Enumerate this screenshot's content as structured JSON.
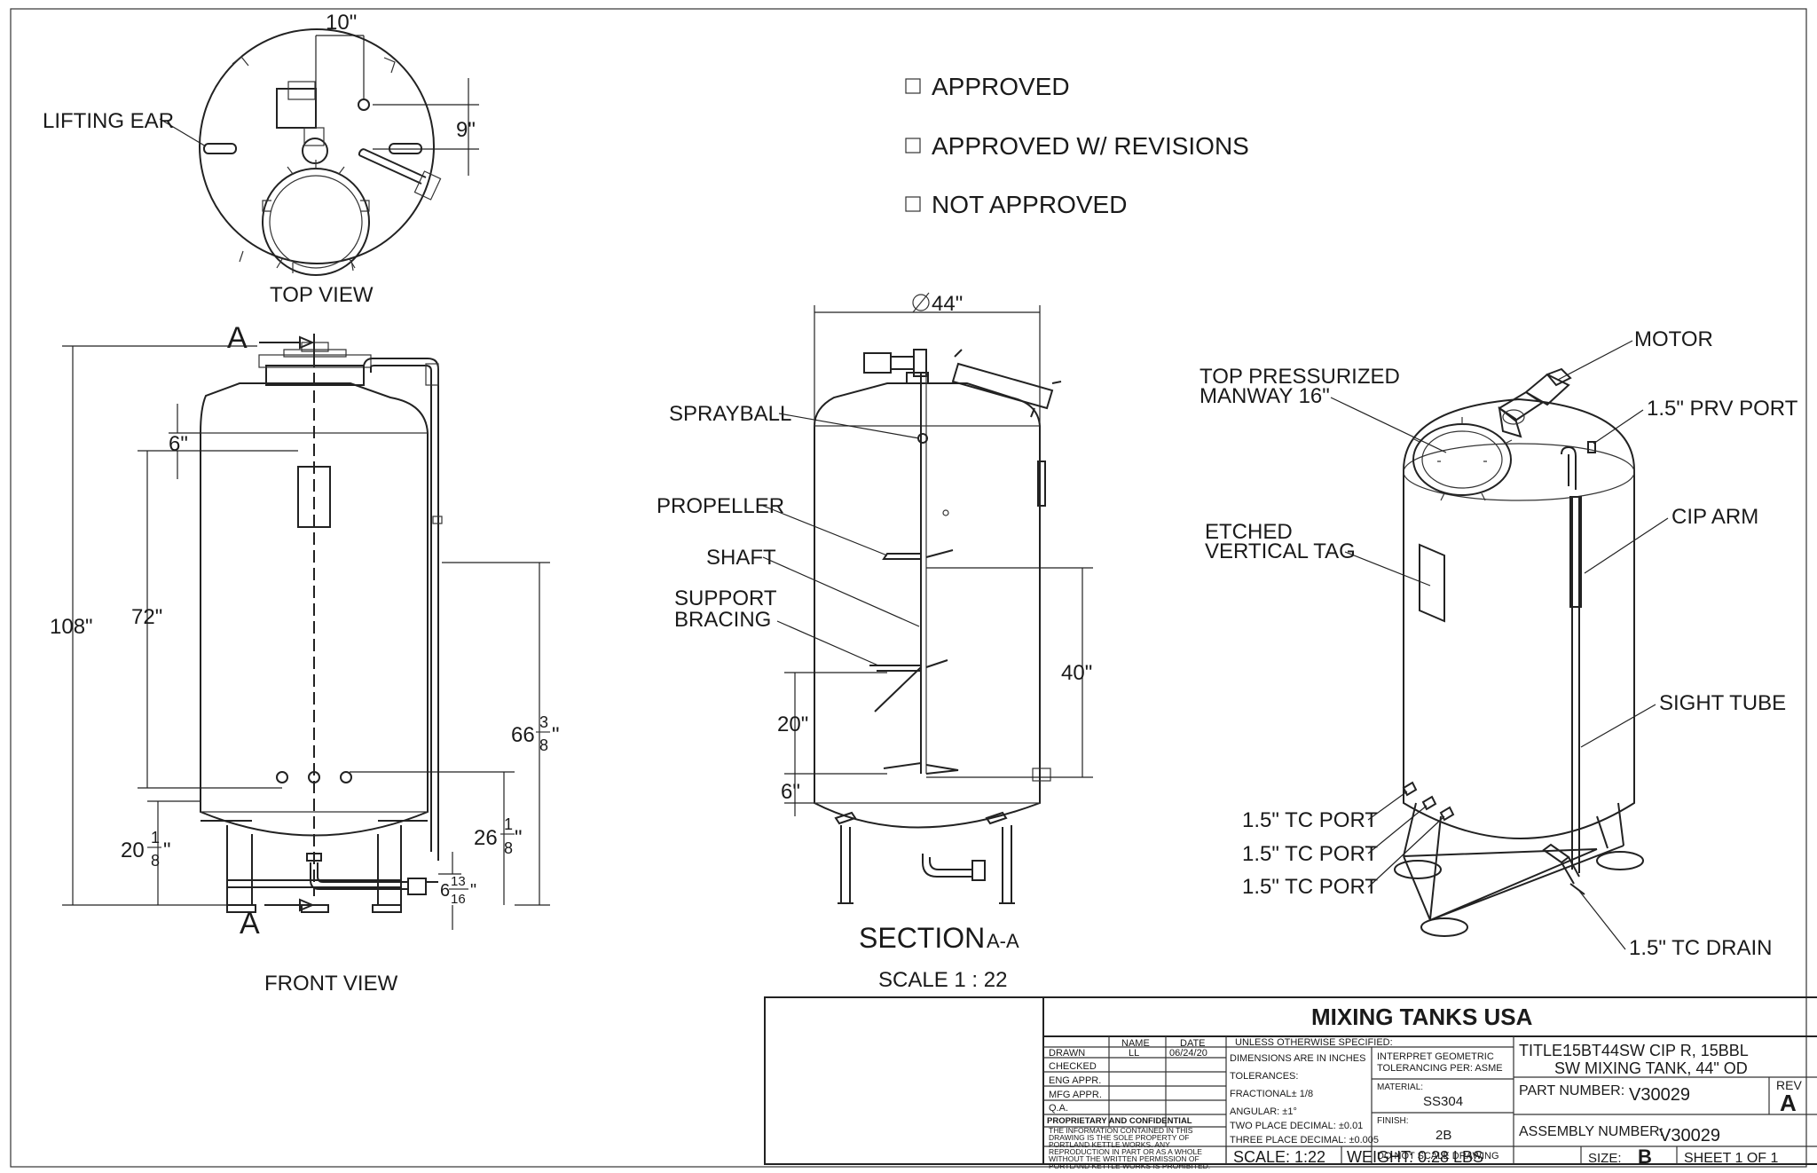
{
  "approval": {
    "approved": "APPROVED",
    "approved_revisions": "APPROVED W/ REVISIONS",
    "not_approved": "NOT APPROVED"
  },
  "top_view": {
    "title": "TOP VIEW",
    "lifting_ear": "LIFTING EAR",
    "dim_10": "10\"",
    "dim_9": "9\""
  },
  "front_view": {
    "title": "FRONT VIEW",
    "section_marker": "A",
    "dim_108": "108\"",
    "dim_72": "72\"",
    "dim_6": "6\"",
    "dim_20_whole": "20",
    "dim_20_num": "1",
    "dim_20_den": "8",
    "dim_66_whole": "66",
    "dim_66_num": "3",
    "dim_66_den": "8",
    "dim_26_whole": "26",
    "dim_26_num": "1",
    "dim_26_den": "8",
    "dim_6b_whole": "6",
    "dim_6b_num": "13",
    "dim_6b_den": "16"
  },
  "section_view": {
    "title": "SECTION",
    "title_suffix": "A-A",
    "scale": "SCALE 1 : 22",
    "diameter": "44\"",
    "sprayball": "SPRAYBALL",
    "propeller": "PROPELLER",
    "shaft": "SHAFT",
    "support_bracing_1": "SUPPORT",
    "support_bracing_2": "BRACING",
    "dim_40": "40\"",
    "dim_20": "20\"",
    "dim_6": "6\""
  },
  "iso_view": {
    "motor": "MOTOR",
    "manway_1": "TOP PRESSURIZED",
    "manway_2": "MANWAY 16\"",
    "prv_port": "1.5\" PRV PORT",
    "cip_arm": "CIP ARM",
    "tag_1": "ETCHED",
    "tag_2": "VERTICAL TAG",
    "sight_tube": "SIGHT TUBE",
    "tc_port_1": "1.5\" TC PORT",
    "tc_port_2": "1.5\" TC PORT",
    "tc_port_3": "1.5\" TC PORT",
    "tc_drain": "1.5\" TC DRAIN"
  },
  "title_block": {
    "company": "MIXING TANKS USA",
    "col_name": "NAME",
    "col_date": "DATE",
    "rows": [
      {
        "label": "DRAWN",
        "name": "LL",
        "date": "06/24/20"
      },
      {
        "label": "CHECKED",
        "name": "",
        "date": ""
      },
      {
        "label": "ENG APPR.",
        "name": "",
        "date": ""
      },
      {
        "label": "MFG APPR.",
        "name": "",
        "date": ""
      },
      {
        "label": "Q.A.",
        "name": "",
        "date": ""
      }
    ],
    "proprietary_title": "PROPRIETARY AND CONFIDENTIAL",
    "proprietary_lines": [
      "THE INFORMATION CONTAINED IN THIS",
      "DRAWING IS THE SOLE PROPERTY OF",
      "PORTLAND KETTLE WORKS.  ANY",
      "REPRODUCTION IN PART OR AS A WHOLE",
      "WITHOUT THE WRITTEN PERMISSION OF",
      "PORTLAND KETTLE WORKS IS PROHIBITED."
    ],
    "unless": "UNLESS OTHERWISE SPECIFIED:",
    "dims_inches": "DIMENSIONS ARE IN INCHES",
    "tolerances": "TOLERANCES:",
    "fractional": "FRACTIONAL± 1/8",
    "angular": "ANGULAR: ±1°",
    "two_place": "TWO PLACE DECIMAL: ±0.01",
    "three_place": "THREE PLACE DECIMAL: ±0.005",
    "interpret_1": "INTERPRET GEOMETRIC",
    "interpret_2": "TOLERANCING PER: ASME",
    "material_label": "MATERIAL:",
    "material": "SS304",
    "finish_label": "FINISH:",
    "finish": "2B",
    "do_not_scale": "DO NOT SCALE DRAWING",
    "title_label": "TITLE:",
    "title_1": "15BT44SW CIP R, 15BBL",
    "title_2": "SW MIXING TANK, 44\" OD",
    "part_label": "PART NUMBER:",
    "part_number": "V30029",
    "rev_label": "REV",
    "rev": "A",
    "assembly_label": "ASSEMBLY NUMBER:",
    "assembly_number": "V30029",
    "scale": "SCALE: 1:22",
    "weight": "WEIGHT: 0.28 LBS",
    "size_label": "SIZE:",
    "size": "B",
    "sheet": "SHEET 1 OF 1"
  }
}
